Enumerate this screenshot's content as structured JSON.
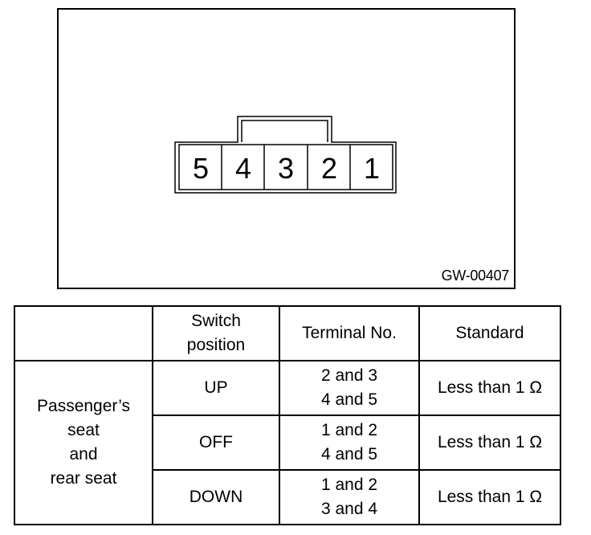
{
  "figure": {
    "id": "GW-00407",
    "pins": [
      "5",
      "4",
      "3",
      "2",
      "1"
    ]
  },
  "table": {
    "headers": [
      "",
      "Switch position",
      "Terminal No.",
      "Standard"
    ],
    "header_lines": {
      "switch": [
        "Switch",
        "position"
      ],
      "terminal": "Terminal No.",
      "standard": "Standard"
    },
    "group_label_lines": [
      "Passenger’s",
      "seat",
      "and",
      "rear seat"
    ],
    "rows": [
      {
        "position": "UP",
        "terminals": [
          "2 and 3",
          "4 and 5"
        ],
        "standard": "Less than 1 Ω"
      },
      {
        "position": "OFF",
        "terminals": [
          "1 and 2",
          "4 and 5"
        ],
        "standard": "Less than 1 Ω"
      },
      {
        "position": "DOWN",
        "terminals": [
          "1 and 2",
          "3 and 4"
        ],
        "standard": "Less than 1 Ω"
      }
    ]
  }
}
